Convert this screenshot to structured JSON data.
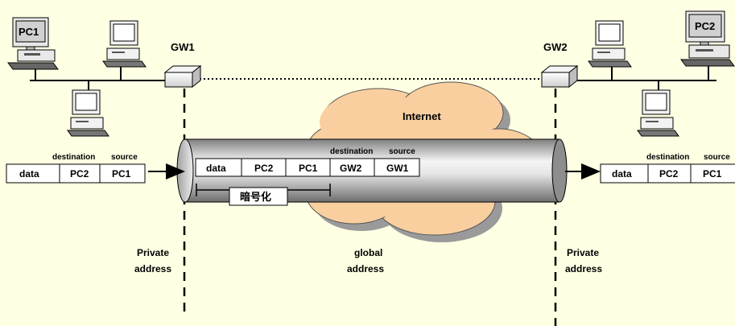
{
  "diagram": {
    "gateways": {
      "left": "GW1",
      "right": "GW2"
    },
    "pcs": {
      "left": "PC1",
      "right": "PC2"
    },
    "cloud_label": "Internet",
    "left_packet": {
      "header_destination": "destination",
      "header_source": "source",
      "cells": [
        "data",
        "PC2",
        "PC1"
      ]
    },
    "tunnel_packet": {
      "header_destination": "destination",
      "header_source": "source",
      "cells": [
        "data",
        "PC2",
        "PC1",
        "GW2",
        "GW1"
      ]
    },
    "right_packet": {
      "header_destination": "destination",
      "header_source": "source",
      "cells": [
        "data",
        "PC2",
        "PC1"
      ]
    },
    "encryption_label": "暗号化",
    "zones": {
      "left_line1": "Private",
      "left_line2": "address",
      "middle_line1": "global",
      "middle_line2": "address",
      "right_line1": "Private",
      "right_line2": "address"
    },
    "colors": {
      "background": "#FFFFE3",
      "cloud": "#F9CFA0",
      "tunnel_dark": "#8A8A8A",
      "tunnel_light": "#F2F2F2"
    }
  }
}
